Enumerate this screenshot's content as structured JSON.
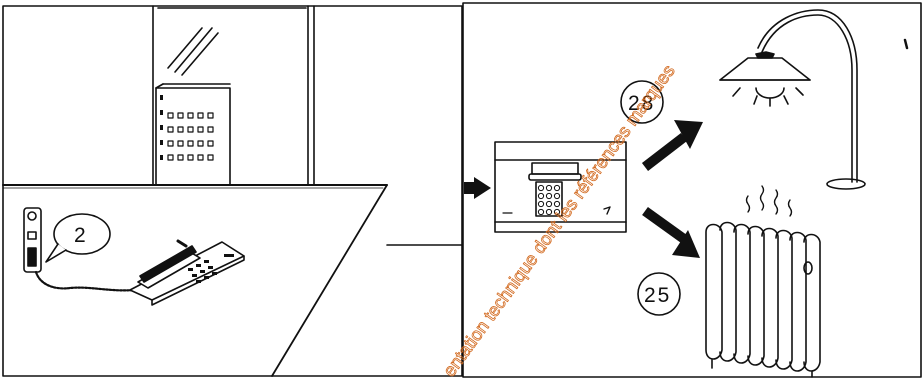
{
  "labels": {
    "phone_bubble": "2",
    "lamp_bubble": "28",
    "radiator_bubble": "25"
  },
  "watermark": "entation technique dont les références marques",
  "colors": {
    "line": "#111111",
    "watermark": "#d2691e",
    "background": "#ffffff"
  },
  "icons": [
    "office-building",
    "wall-phone",
    "desk-telephone",
    "control-unit",
    "keypad",
    "arrow-right",
    "floor-lamp",
    "radiator",
    "heat-waves"
  ]
}
